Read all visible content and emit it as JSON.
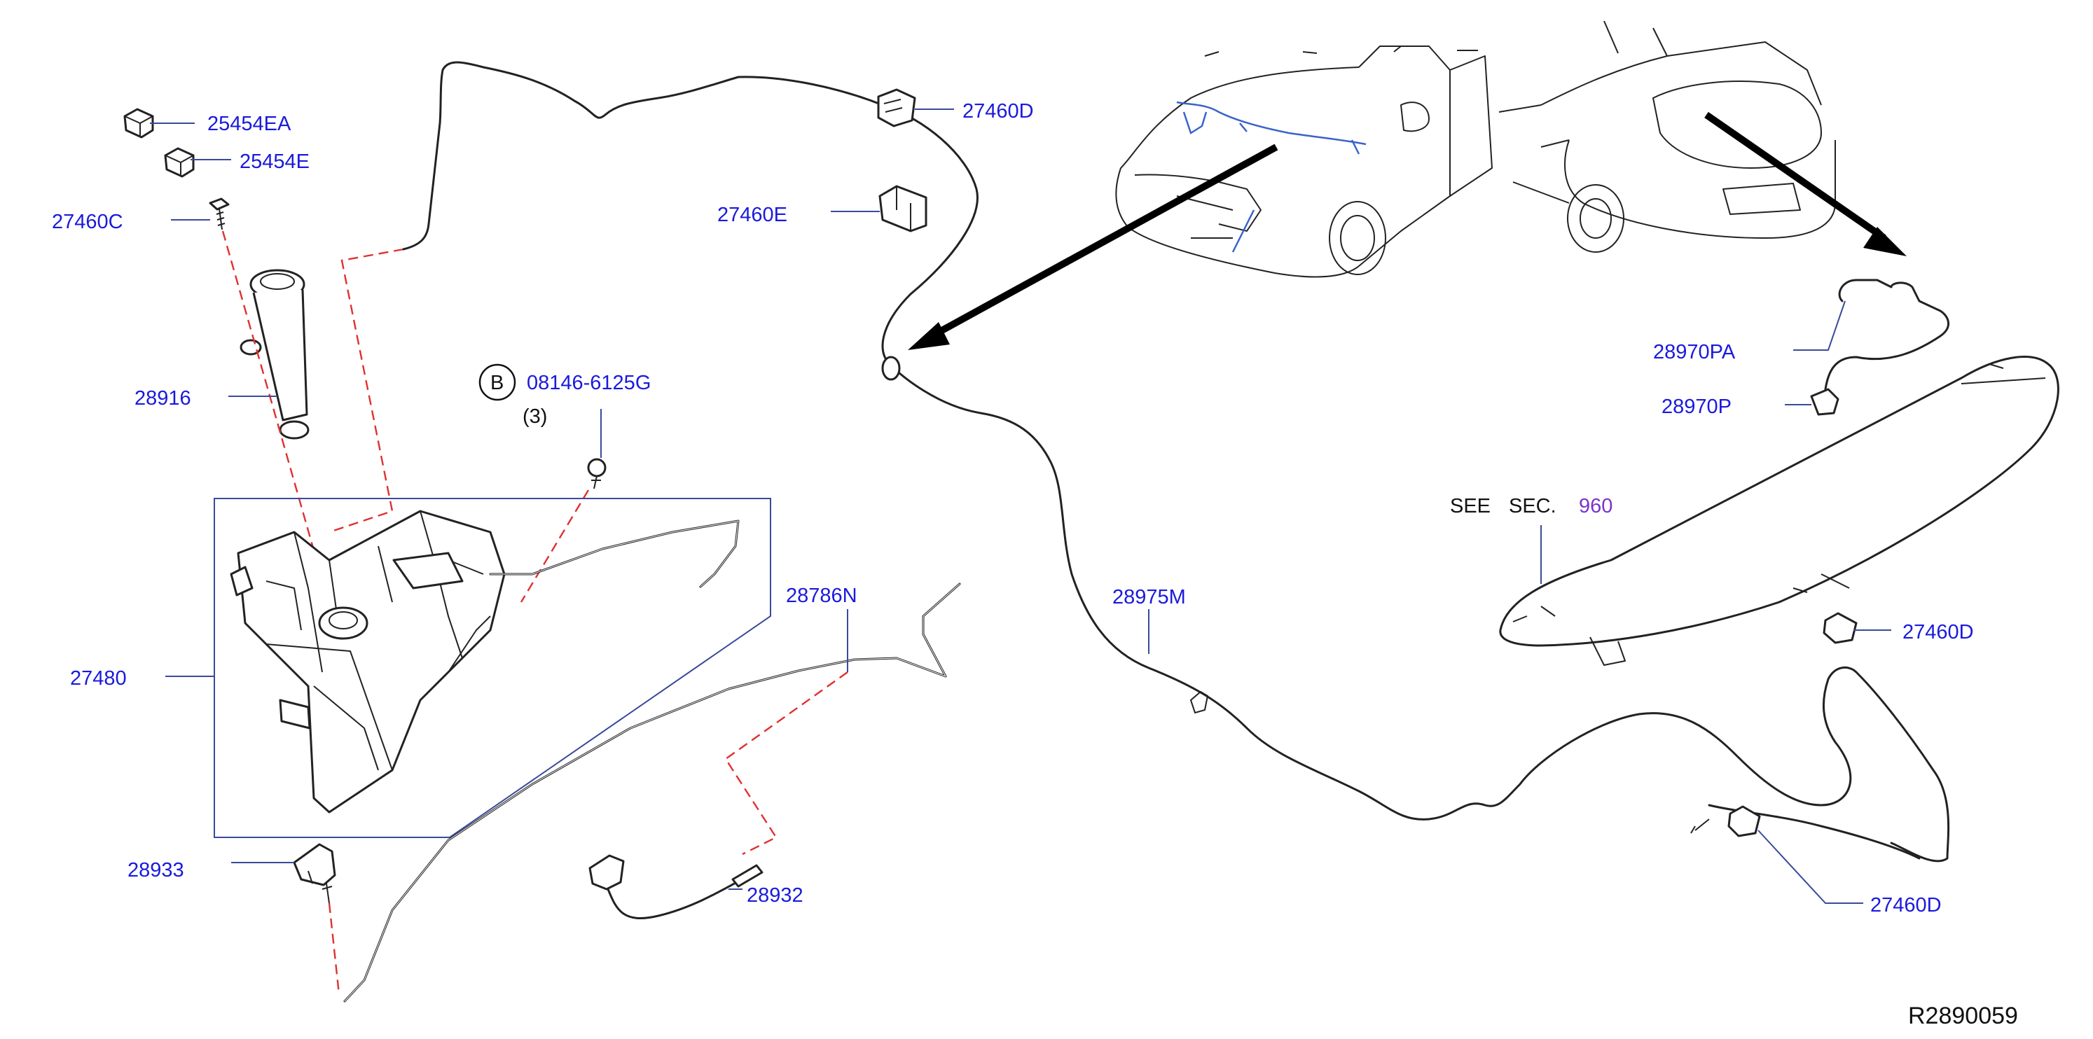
{
  "labels": {
    "l_25454EA": "25454EA",
    "l_25454E": "25454E",
    "l_27460C": "27460C",
    "l_28916": "28916",
    "l_27480": "27480",
    "l_28933": "28933",
    "l_bolt_letter": "B",
    "l_bolt_part": "08146-6125G",
    "l_bolt_qty": "(3)",
    "l_27460D_top": "27460D",
    "l_27460E": "27460E",
    "l_28786N": "28786N",
    "l_28932": "28932",
    "l_28975M": "28975M",
    "l_28970PA": "28970PA",
    "l_28970P": "28970P",
    "l_see": "SEE",
    "l_sec": "SEC.",
    "l_sec_num": "960",
    "l_27460D_right": "27460D",
    "l_27460D_bottom": "27460D",
    "l_diagram_id": "R2890059"
  },
  "colors": {
    "label_text": "#1a1adc",
    "section_ref": "#7a33cc",
    "leader_line": "#3a4a9a",
    "assembly_dash": "#e03030",
    "drawing": "#222222",
    "vehicle_sketch_highlight": "#3a63c9"
  }
}
